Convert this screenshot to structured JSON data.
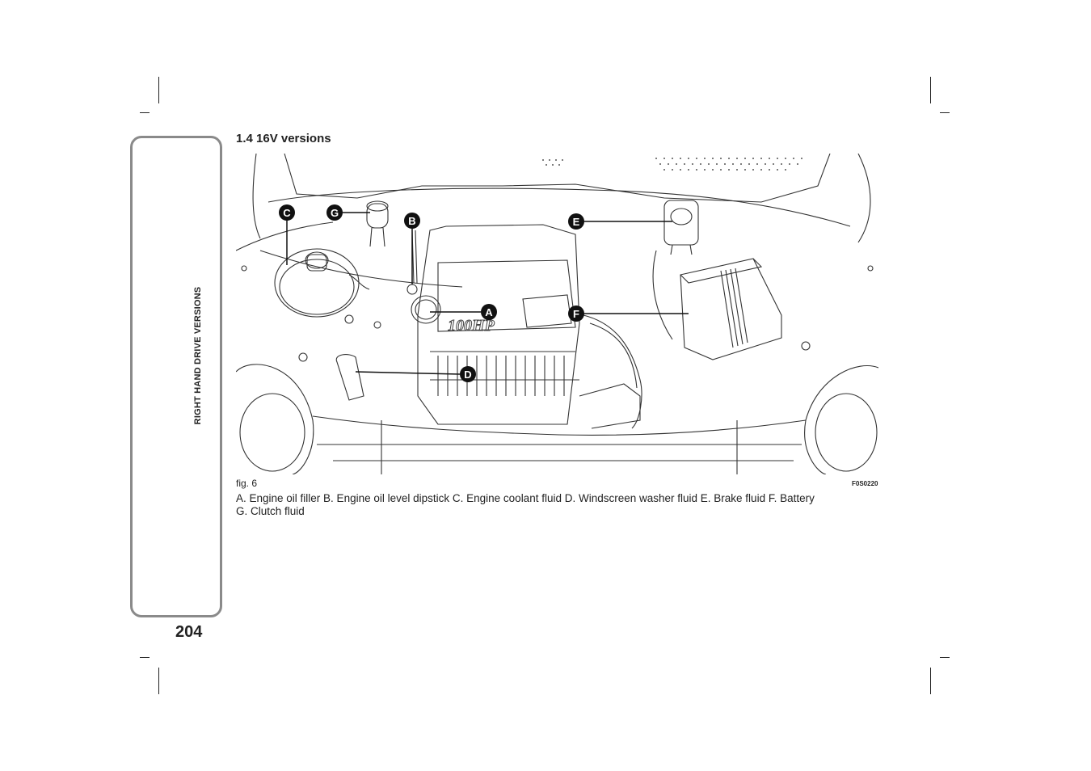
{
  "side_label": "RIGHT HAND DRIVE VERSIONS",
  "page_number": "204",
  "section_title": "1.4 16V versions",
  "figure": {
    "label": "fig. 6",
    "code": "F0S0220",
    "engine_badge": "100HP",
    "callouts": [
      "A",
      "B",
      "C",
      "D",
      "E",
      "F",
      "G"
    ]
  },
  "caption": {
    "line1": "A. Engine oil filler B. Engine oil level dipstick C. Engine coolant fluid D. Windscreen washer fluid E. Brake fluid F. Battery",
    "line2": "G. Clutch fluid"
  }
}
